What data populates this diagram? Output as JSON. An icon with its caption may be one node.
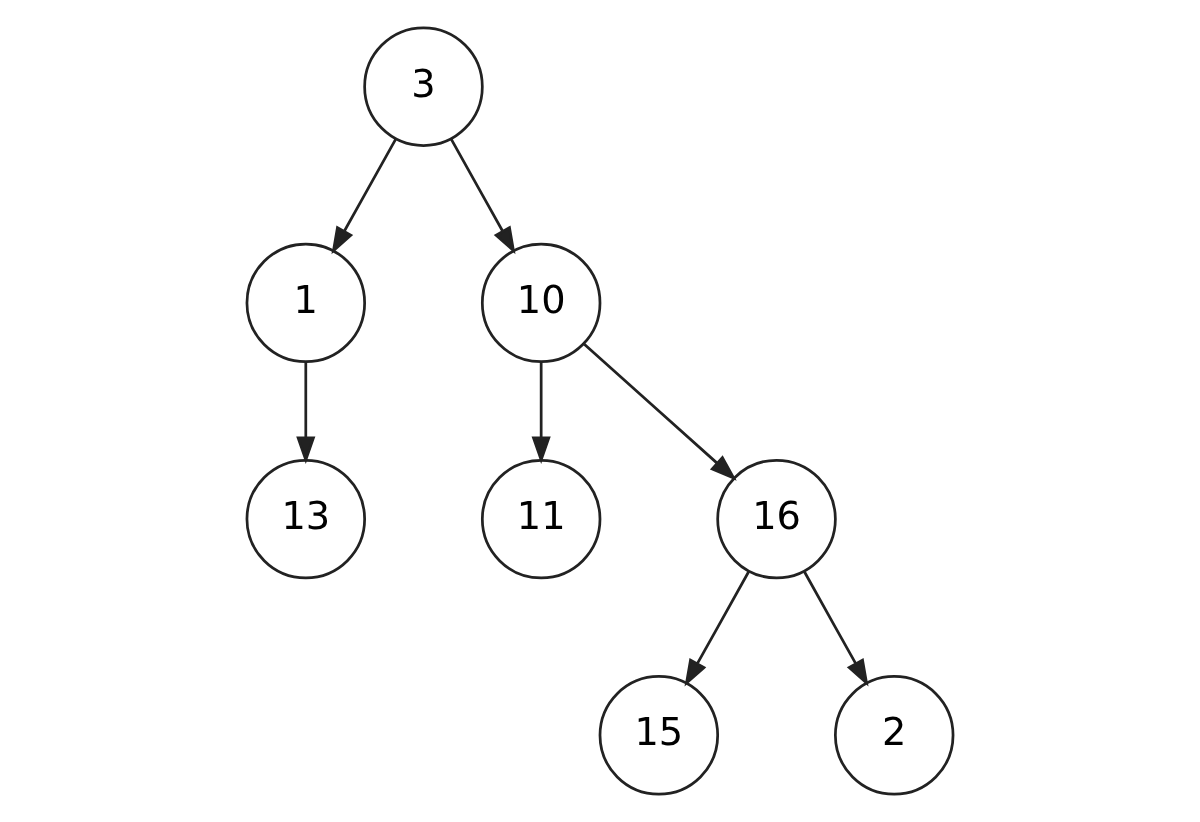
{
  "diagram": {
    "nodes": [
      {
        "text": [
          "3"
        ]
      },
      {
        "text": [
          "1"
        ]
      },
      {
        "text": [
          "10"
        ]
      },
      {
        "text": [
          "13"
        ]
      },
      {
        "text": [
          "11"
        ]
      },
      {
        "text": [
          "16"
        ]
      },
      {
        "text": [
          "15"
        ]
      },
      {
        "text": [
          "2"
        ]
      }
    ],
    "edges": [
      {
        "from": 0,
        "to": 1,
        "arrow": "to"
      },
      {
        "from": 0,
        "to": 2,
        "arrow": "to"
      },
      {
        "from": 1,
        "to": 3,
        "arrow": "to"
      },
      {
        "from": 2,
        "to": 4,
        "arrow": "to"
      },
      {
        "from": 2,
        "to": 5,
        "arrow": "to"
      },
      {
        "from": 5,
        "to": 6,
        "arrow": "to"
      },
      {
        "from": 5,
        "to": 7,
        "arrow": "to"
      }
    ]
  }
}
